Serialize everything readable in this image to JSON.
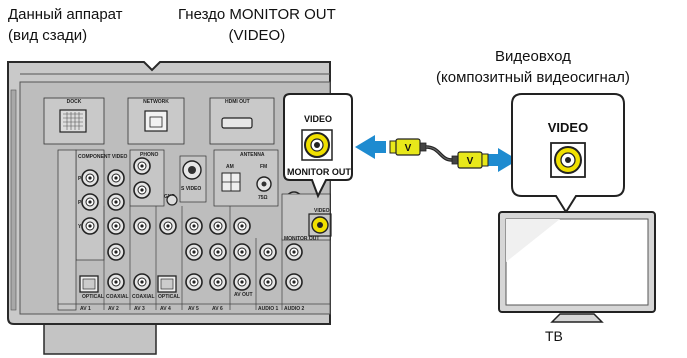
{
  "labels": {
    "unit_line1": "Данный аппарат",
    "unit_line2": "(вид сзади)",
    "jack_line1": "Гнездо MONITOR OUT",
    "jack_line2": "(VIDEO)",
    "video_in_line1": "Видеовход",
    "video_in_line2": "(композитный видеосигнал)",
    "tv": "ТВ"
  },
  "callouts": {
    "receiver_video": "VIDEO",
    "receiver_monitor_out": "MONITOR OUT",
    "tv_video": "VIDEO",
    "cable_plug_left": "V",
    "cable_plug_right": "V"
  },
  "panel": {
    "dock": "DOCK",
    "network": "NETWORK",
    "hdmi_out": "HDMI OUT",
    "antenna": "ANTENNA",
    "phono": "PHONO",
    "component_video": "COMPONENT VIDEO",
    "s_video": "S VIDEO",
    "am": "AM",
    "fm": "FM",
    "ohm": "75Ω",
    "gnd": "GND",
    "pb": "PB",
    "pr": "PR",
    "y": "Y",
    "video": "VIDEO",
    "monitor_out": "MONITOR OUT",
    "optical": "OPTICAL",
    "coaxial": "COAXIAL",
    "av1": "AV 1",
    "av2": "AV 2",
    "av3": "AV 3",
    "av4": "AV 4",
    "av5": "AV 5",
    "av6": "AV 6",
    "av_out": "AV OUT",
    "audio1": "AUDIO 1",
    "audio2": "AUDIO 2"
  },
  "colors": {
    "arrow": "#1e8bd0",
    "plug": "#e8e81a",
    "jack": "#f0e000",
    "panel": "#c9c9c9",
    "panel_border": "#2a2a2a"
  }
}
